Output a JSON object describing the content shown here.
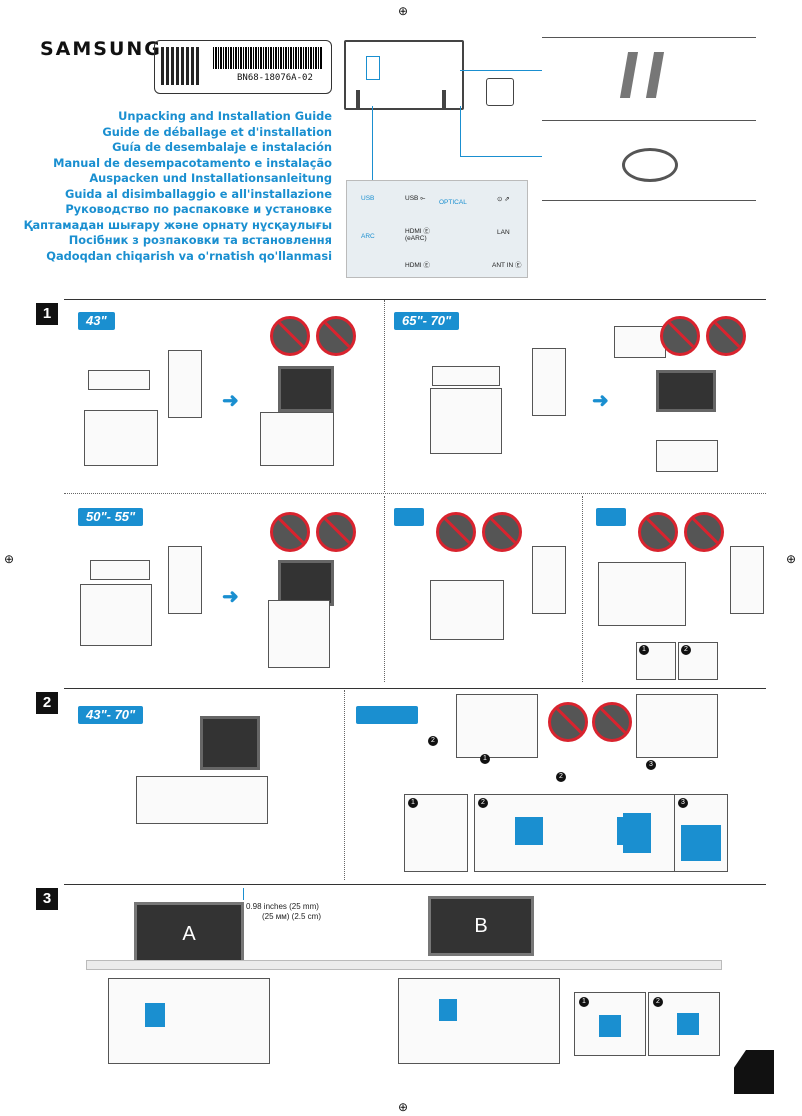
{
  "brand": "SAMSUNG",
  "part_number": "BN68-18076A-02",
  "titles": [
    "Unpacking and Installation Guide",
    "Guide de déballage et d'installation",
    "Guía de desembalaje e instalación",
    "Manual de desempacotamento e instalação",
    "Auspacken und Installationsanleitung",
    "Guida al disimballaggio e all'installazione",
    "Руководство по распаковке и установке",
    "Қаптамадан шығару және орнату нұсқаулығы",
    "Посібник з розпаковки та встановлення",
    "Qadoqdan chiqarish va o'rnatish qo'llanmasi"
  ],
  "ports": {
    "usb_icon_label": "USB",
    "usb": "USB ⟜",
    "optical_icon_label": "OPTICAL",
    "ir": "⊙ ⇗",
    "arc_icon_label": "ARC",
    "hdmi_earc": "HDMI Ⓔ (eARC)",
    "lan": "LAN",
    "hdmi": "HDMI Ⓔ",
    "ant": "ANT IN Ⓔ"
  },
  "sections": {
    "s1": "1",
    "s2": "2",
    "s3": "3"
  },
  "sizes": {
    "s43": "43\"",
    "s65_70": "65\"- 70\"",
    "s50_55": "50\"- 55\"",
    "s43_70": "43\"- 70\""
  },
  "step_numbers": {
    "one": "1",
    "two": "2",
    "three": "3"
  },
  "section3": {
    "gap_inches": "0.98 inches (25 mm)",
    "gap_metric": "(25 мм) (2.5 cm)",
    "label_a": "A",
    "label_b": "B"
  },
  "colors": {
    "accent": "#1a8fd0",
    "warning": "#d9232e"
  }
}
